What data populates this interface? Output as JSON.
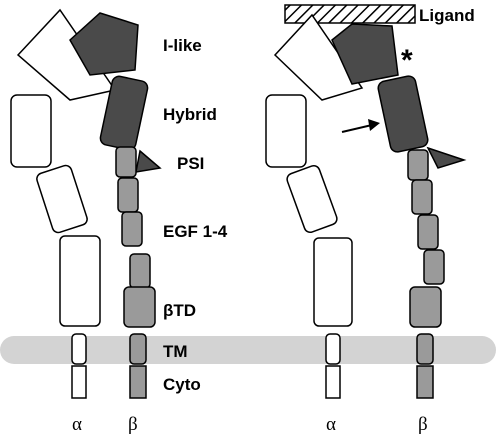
{
  "labels": {
    "i_like": "I-like",
    "hybrid": "Hybrid",
    "psi": "PSI",
    "egf": "EGF 1-4",
    "btd": "βTD",
    "tm": "TM",
    "cyto": "Cyto",
    "ligand": "Ligand",
    "asterisk": "*"
  },
  "subunits": {
    "left_alpha": "α",
    "left_beta": "β",
    "right_alpha": "α",
    "right_beta": "β"
  },
  "colors": {
    "dark_domain": "#4a4a4a",
    "medium_domain": "#9a9a9a",
    "white_domain": "#ffffff",
    "membrane": "#d3d3d3"
  }
}
